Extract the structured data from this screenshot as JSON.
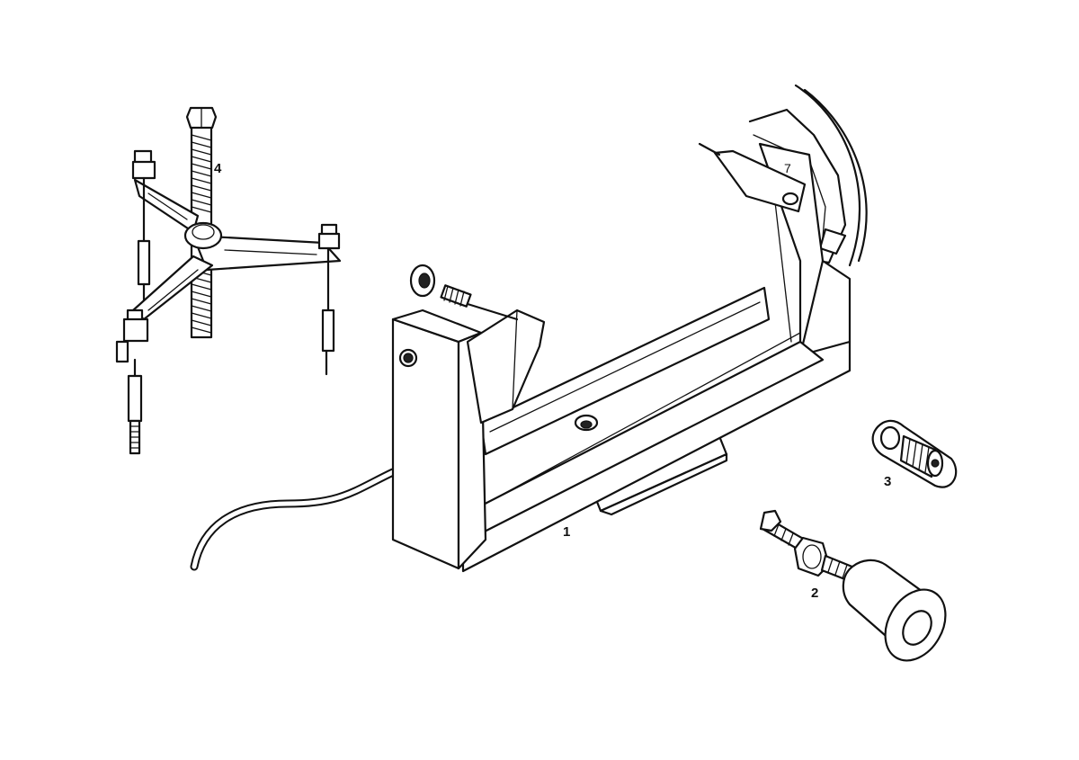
{
  "figure": {
    "parts": [
      {
        "id": "holding-fixture",
        "label": "1"
      },
      {
        "id": "drift-puller",
        "label": "2"
      },
      {
        "id": "threaded-insert",
        "label": "3"
      },
      {
        "id": "three-arm-puller",
        "label": "4"
      }
    ]
  }
}
